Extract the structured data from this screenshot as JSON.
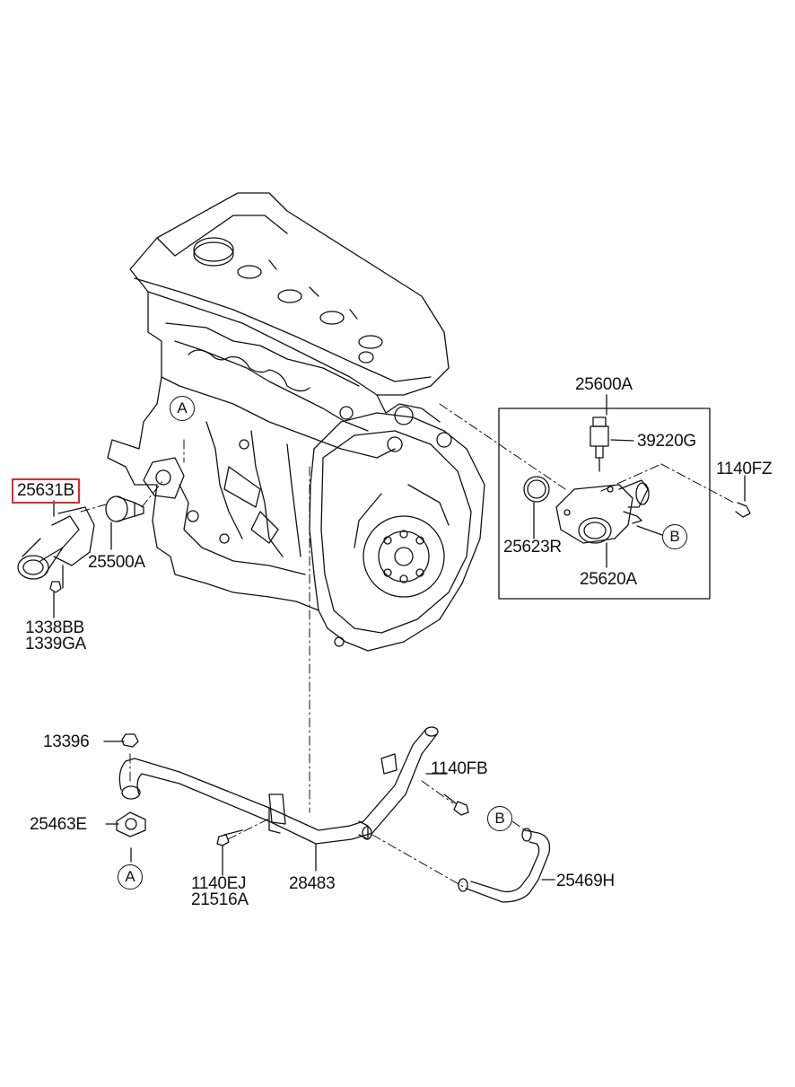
{
  "labels": {
    "p25600A": "25600A",
    "p39220G": "39220G",
    "p1140FZ": "1140FZ",
    "p25631B": "25631B",
    "p25500A": "25500A",
    "p25623R": "25623R",
    "p25620A": "25620A",
    "p1338BB": "1338BB",
    "p1339GA": "1339GA",
    "p13396": "13396",
    "p1140FB": "1140FB",
    "p25463E": "25463E",
    "p1140EJ": "1140EJ",
    "p21516A": "21516A",
    "p28483": "28483",
    "p25469H": "25469H"
  },
  "refs": {
    "a_top": "A",
    "a_bottom": "A",
    "b_right": "B",
    "b_bottom": "B"
  },
  "highlight_color": "#e8272a"
}
